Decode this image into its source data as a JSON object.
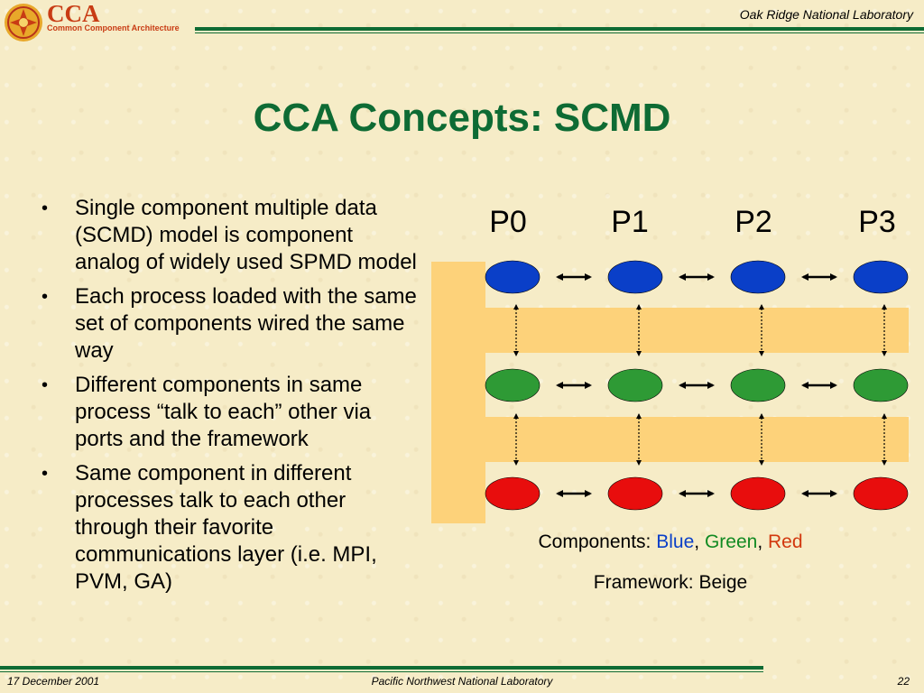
{
  "header": {
    "logo_title": "CCA",
    "logo_subtitle": "Common Component Architecture",
    "organization": "Oak Ridge National Laboratory"
  },
  "slide": {
    "title": "CCA Concepts: SCMD",
    "bullets": [
      "Single component multiple data (SCMD) model is component analog of widely used SPMD model",
      "Each process loaded with the same set of components wired the same way",
      "Different components in same process “talk to each” other via ports and the framework",
      "Same component in different processes talk to each other through their favorite communications layer (i.e. MPI, PVM, GA)"
    ]
  },
  "diagram": {
    "processes": [
      "P0",
      "P1",
      "P2",
      "P3"
    ],
    "legend_components_prefix": "Components: ",
    "legend_blue": "Blue",
    "legend_green": "Green",
    "legend_red": "Red",
    "legend_framework": "Framework: Beige",
    "colors": {
      "blue": "#0a3fc8",
      "green": "#2e9a35",
      "red": "#e80d0d",
      "framework": "#fdd27a",
      "legend_blue_text": "#0a3fc8",
      "legend_green_text": "#118a22",
      "legend_red_text": "#d2380e"
    }
  },
  "footer": {
    "date": "17 December 2001",
    "organization": "Pacific Northwest National Laboratory",
    "page": "22"
  }
}
